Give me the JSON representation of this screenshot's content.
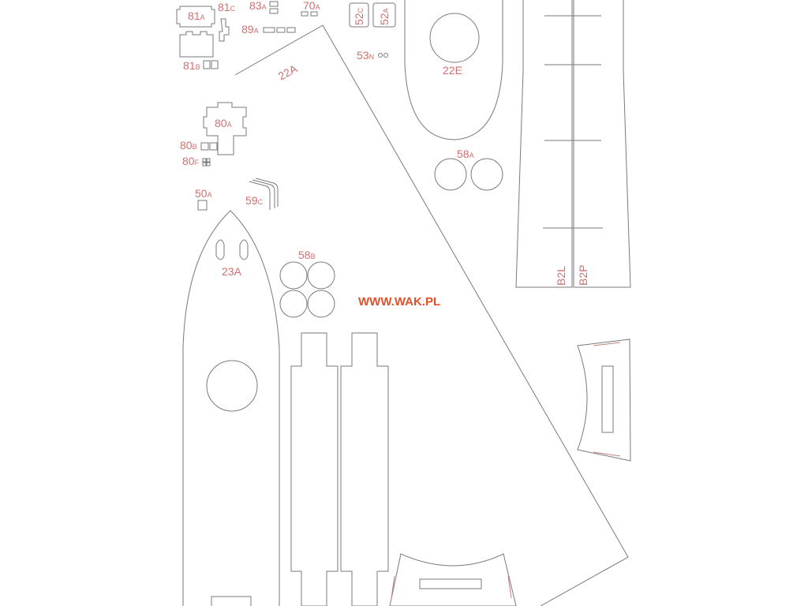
{
  "website": "WWW.WAK.PL",
  "parts": {
    "p81a": {
      "num": "81",
      "sfx": "A"
    },
    "p81c": {
      "num": "81",
      "sfx": "C"
    },
    "p83a": {
      "num": "83",
      "sfx": "A"
    },
    "p70a": {
      "num": "70",
      "sfx": "A"
    },
    "p52c": {
      "num": "52",
      "sfx": "C"
    },
    "p52a": {
      "num": "52",
      "sfx": "A"
    },
    "p89a": {
      "num": "89",
      "sfx": "A"
    },
    "p81b": {
      "num": "81",
      "sfx": "B"
    },
    "p53n": {
      "num": "53",
      "sfx": "N"
    },
    "p22a": {
      "label": "22A"
    },
    "p22e": {
      "label": "22E"
    },
    "p80a": {
      "num": "80",
      "sfx": "A"
    },
    "p80b": {
      "num": "80",
      "sfx": "B"
    },
    "p80f": {
      "num": "80",
      "sfx": "F"
    },
    "p58a": {
      "num": "58",
      "sfx": "A"
    },
    "p50a": {
      "num": "50",
      "sfx": "A"
    },
    "p59c": {
      "num": "59",
      "sfx": "C"
    },
    "p58b": {
      "num": "58",
      "sfx": "B"
    },
    "p23a": {
      "label": "23A"
    },
    "p82l": {
      "label": "B2L"
    },
    "p82p": {
      "label": "B2P"
    }
  }
}
